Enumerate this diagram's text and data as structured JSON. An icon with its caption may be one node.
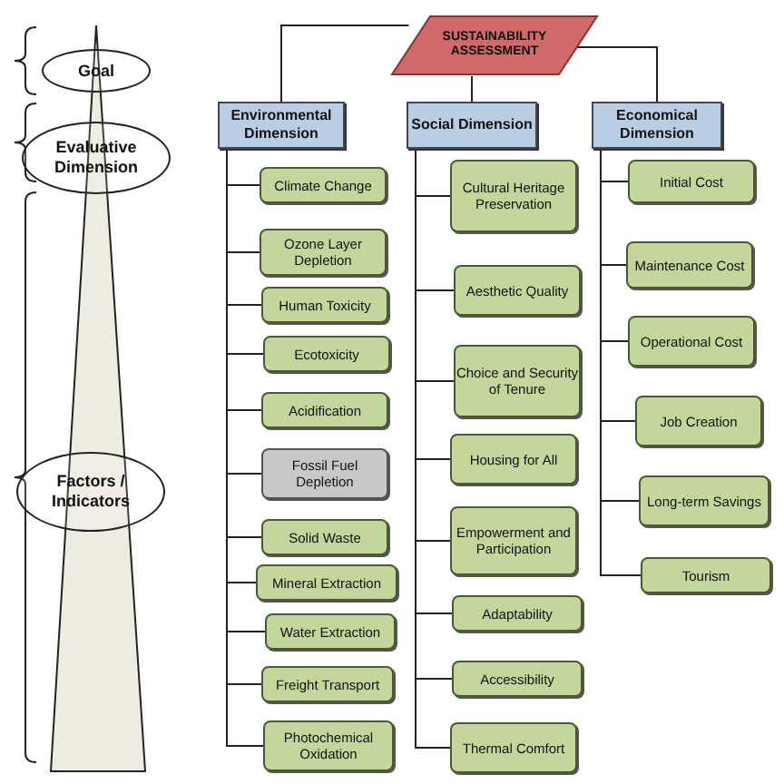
{
  "diagram": {
    "nodes": [
      {
        "text": [
          "Goal"
        ]
      },
      {
        "text": [
          "Evaluative Dimension"
        ]
      },
      {
        "text": [
          "Factors / Indicators"
        ]
      },
      {
        "text": [
          "SUSTAINABILITY ASSESSMENT"
        ]
      },
      {
        "text": [
          "Environmental Dimension"
        ]
      },
      {
        "text": [
          "Social Dimension"
        ]
      },
      {
        "text": [
          "Economical Dimension"
        ]
      },
      {
        "text": [
          "Climate Change"
        ]
      },
      {
        "text": [
          "Ozone Layer Depletion"
        ]
      },
      {
        "text": [
          "Human Toxicity"
        ]
      },
      {
        "text": [
          "Ecotoxicity"
        ]
      },
      {
        "text": [
          "Acidification"
        ]
      },
      {
        "text": [
          "Fossil Fuel Depletion"
        ]
      },
      {
        "text": [
          "Solid Waste"
        ]
      },
      {
        "text": [
          "Mineral Extraction"
        ]
      },
      {
        "text": [
          "Water Extraction"
        ]
      },
      {
        "text": [
          "Freight Transport"
        ]
      },
      {
        "text": [
          "Photochemical Oxidation"
        ]
      },
      {
        "text": [
          "Cultural Heritage Preservation"
        ]
      },
      {
        "text": [
          "Aesthetic Quality"
        ]
      },
      {
        "text": [
          "Choice and Security of Tenure"
        ]
      },
      {
        "text": [
          "Housing for All"
        ]
      },
      {
        "text": [
          "Empowerment and Participation"
        ]
      },
      {
        "text": [
          "Adaptability"
        ]
      },
      {
        "text": [
          "Accessibility"
        ]
      },
      {
        "text": [
          "Thermal Comfort"
        ]
      },
      {
        "text": [
          "Initial Cost"
        ]
      },
      {
        "text": [
          "Maintenance Cost"
        ]
      },
      {
        "text": [
          "Operational Cost"
        ]
      },
      {
        "text": [
          "Job Creation"
        ]
      },
      {
        "text": [
          "Long-term Savings"
        ]
      },
      {
        "text": [
          "Tourism"
        ]
      }
    ],
    "edges": [
      {
        "from": 3,
        "to": 4,
        "arrow": "none"
      },
      {
        "from": 3,
        "to": 5,
        "arrow": "none"
      },
      {
        "from": 3,
        "to": 6,
        "arrow": "none"
      },
      {
        "from": 4,
        "to": 7,
        "arrow": "none"
      },
      {
        "from": 4,
        "to": 8,
        "arrow": "none"
      },
      {
        "from": 4,
        "to": 9,
        "arrow": "none"
      },
      {
        "from": 4,
        "to": 10,
        "arrow": "none"
      },
      {
        "from": 4,
        "to": 11,
        "arrow": "none"
      },
      {
        "from": 4,
        "to": 12,
        "arrow": "none"
      },
      {
        "from": 4,
        "to": 13,
        "arrow": "none"
      },
      {
        "from": 4,
        "to": 14,
        "arrow": "none"
      },
      {
        "from": 4,
        "to": 15,
        "arrow": "none"
      },
      {
        "from": 4,
        "to": 16,
        "arrow": "none"
      },
      {
        "from": 4,
        "to": 17,
        "arrow": "none"
      },
      {
        "from": 5,
        "to": 18,
        "arrow": "none"
      },
      {
        "from": 5,
        "to": 19,
        "arrow": "none"
      },
      {
        "from": 5,
        "to": 20,
        "arrow": "none"
      },
      {
        "from": 5,
        "to": 21,
        "arrow": "none"
      },
      {
        "from": 5,
        "to": 22,
        "arrow": "none"
      },
      {
        "from": 5,
        "to": 23,
        "arrow": "none"
      },
      {
        "from": 5,
        "to": 24,
        "arrow": "none"
      },
      {
        "from": 5,
        "to": 25,
        "arrow": "none"
      },
      {
        "from": 6,
        "to": 26,
        "arrow": "none"
      },
      {
        "from": 6,
        "to": 27,
        "arrow": "none"
      },
      {
        "from": 6,
        "to": 28,
        "arrow": "none"
      },
      {
        "from": 6,
        "to": 29,
        "arrow": "none"
      },
      {
        "from": 6,
        "to": 30,
        "arrow": "none"
      },
      {
        "from": 6,
        "to": 31,
        "arrow": "none"
      }
    ]
  }
}
